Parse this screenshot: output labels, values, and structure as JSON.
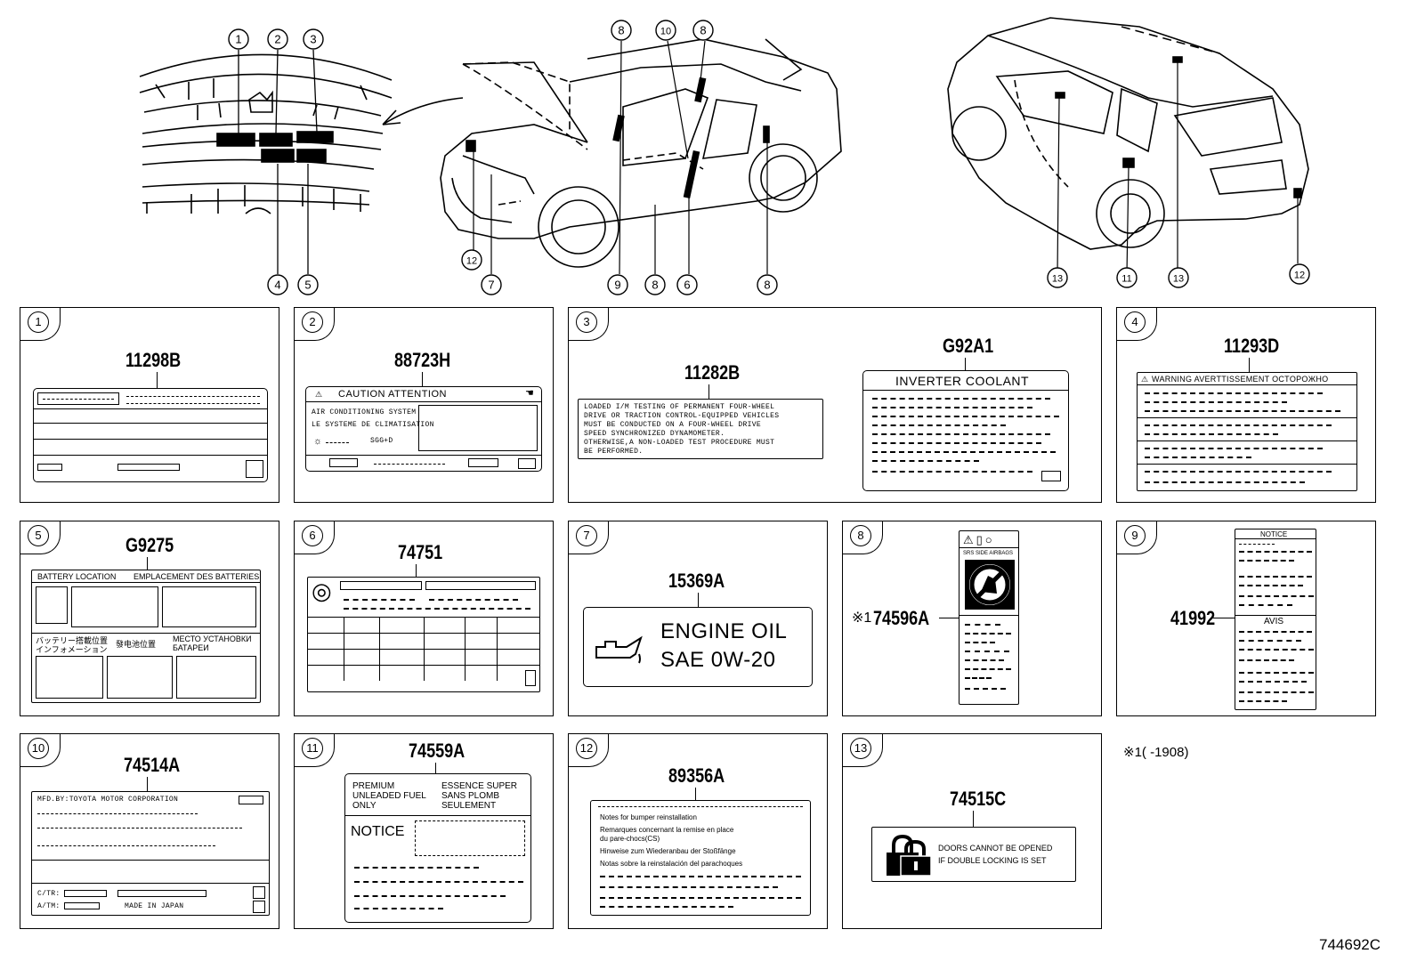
{
  "diagram_id": "744692C",
  "footnote": {
    "mark": "※1",
    "text": "(      -1908)"
  },
  "callouts": {
    "c1": "1",
    "c2": "2",
    "c3": "3",
    "c4": "4",
    "c5": "5",
    "c6": "6",
    "c7": "7",
    "c8": "8",
    "c9": "9",
    "c10": "10",
    "c11": "11",
    "c12": "12",
    "c13": "13"
  },
  "panels": [
    {
      "num": "1",
      "part": "11298B"
    },
    {
      "num": "2",
      "part": "88723H"
    },
    {
      "num": "3",
      "part": "11282B",
      "part2": "G92A1"
    },
    {
      "num": "4",
      "part": "11293D"
    },
    {
      "num": "5",
      "part": "G9275"
    },
    {
      "num": "6",
      "part": "74751"
    },
    {
      "num": "7",
      "part": "15369A"
    },
    {
      "num": "8",
      "part": "74596A",
      "mark": "※1"
    },
    {
      "num": "9",
      "part": "41992"
    },
    {
      "num": "10",
      "part": "74514A"
    },
    {
      "num": "11",
      "part": "74559A"
    },
    {
      "num": "12",
      "part": "89356A"
    },
    {
      "num": "13",
      "part": "74515C"
    }
  ],
  "labels": {
    "l2_head": "CAUTION   ATTENTION",
    "l2_a": "AIR CONDITIONING SYSTEM",
    "l2_b": "LE SYSTEME DE CLIMATISATION",
    "l2_gas": "SGG+D",
    "l3_text": [
      "LOADED I/M TESTING OF PERMANENT FOUR-WHEEL",
      "DRIVE OR TRACTION CONTROL-EQUIPPED VEHICLES",
      "MUST BE CONDUCTED ON A FOUR-WHEEL DRIVE",
      "SPEED SYNCHRONIZED DYNAMOMETER.",
      "OTHERWISE,A NON-LOADED TEST PROCEDURE MUST",
      "BE PERFORMED."
    ],
    "l3_coolant": "INVERTER COOLANT",
    "l4_head": "WARNING  AVERTTISSEMENT  OCTOPOЖHO",
    "l5_head1": "BATTERY  LOCATION",
    "l5_head2": "EMPLACEMENT  DES  BATTERIES",
    "l5_jp": "バッテリー搭載位置",
    "l5_jp2": "インフォメーション",
    "l5_cn": "發电池位置",
    "l5_ru1": "МЕСТО  УСТАНОВКИ",
    "l5_ru2": "БАТАРЕИ",
    "l7_line1": "ENGINE  OIL",
    "l7_line2": "SAE  0W-20",
    "l8_srs": "SRS  SIDE  AIRBAGS",
    "l9_notice": "NOTICE",
    "l9_avis": "AVIS",
    "l10_mfd": "MFD.BY:TOYOTA MOTOR CORPORATION",
    "l10_cfr": "C/TR:",
    "l10_am": "A/TM:",
    "l10_made": "MADE IN JAPAN",
    "l11_a": [
      "PREMIUM",
      "UNLEADED FUEL",
      "ONLY"
    ],
    "l11_b": [
      "ESSENCE SUPER",
      "SANS PLOMB",
      "SEULEMENT"
    ],
    "l11_notice": "NOTICE",
    "l12_lines": [
      "Notes for bumper reinstallation",
      "Remarques concernant la remise en place",
      "du pare-chocs(CS)",
      "Hinweise zum Wiederanbau der Stoßfänge",
      "Notas sobre la reinstalación del parachoques"
    ],
    "l13_a": "DOORS  CANNOT  BE  OPENED",
    "l13_b": "IF  DOUBLE  LOCKING  IS  SET"
  }
}
